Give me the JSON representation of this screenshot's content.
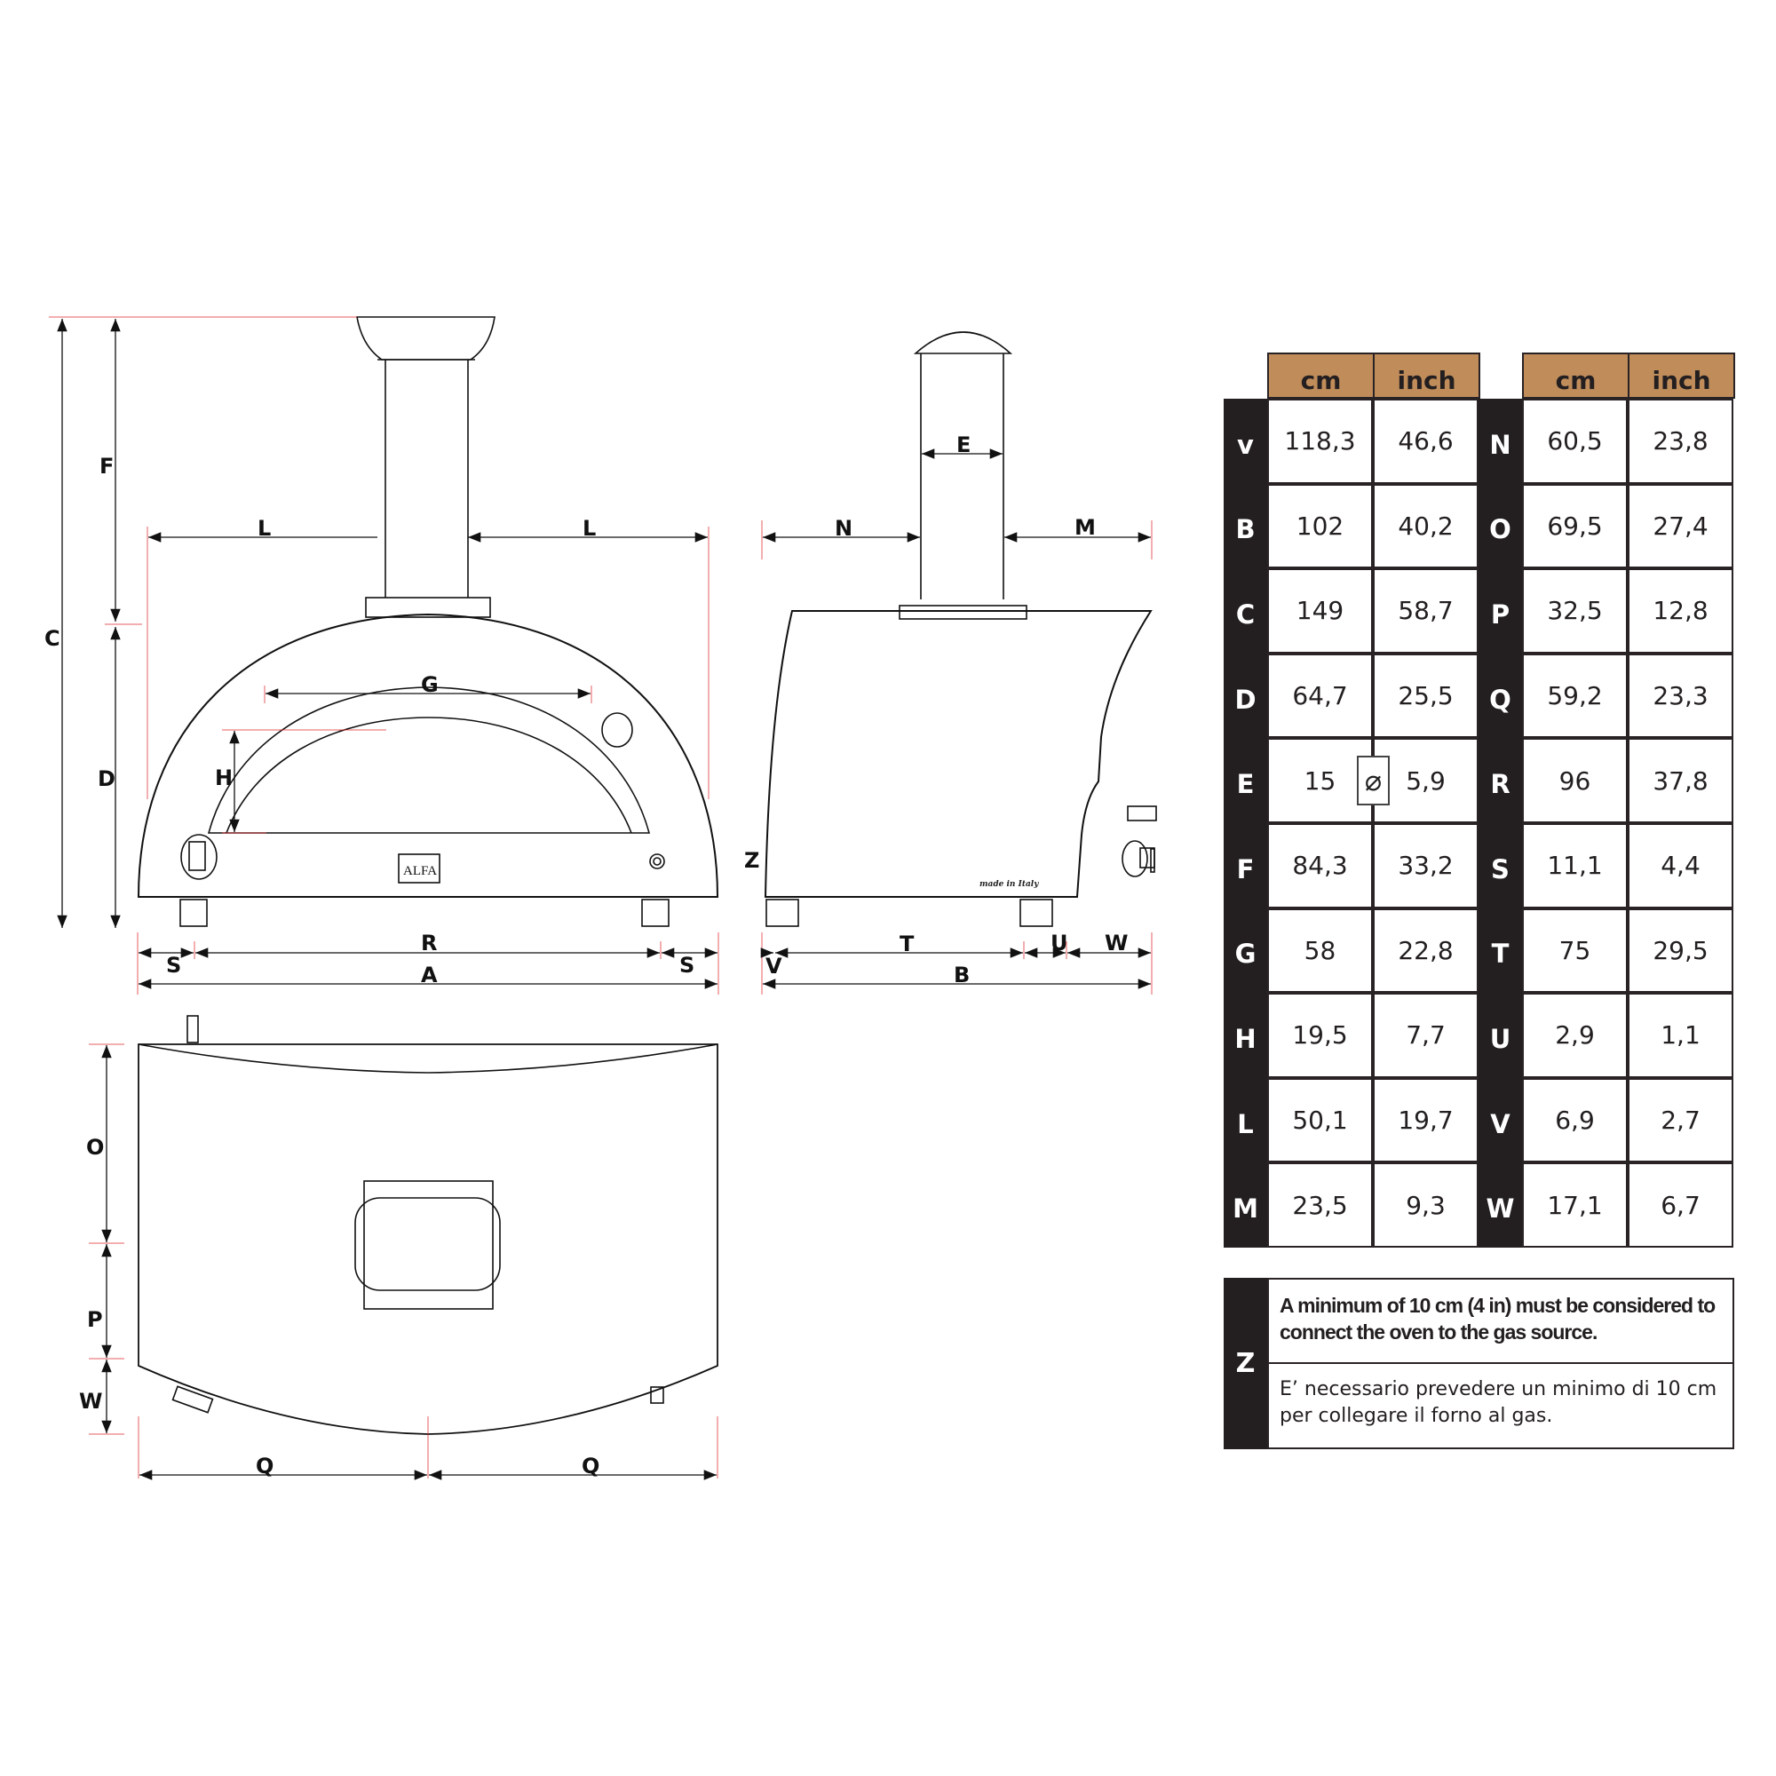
{
  "drawing": {
    "front_view": {
      "labels": {
        "F": "F",
        "C": "C",
        "D": "D",
        "L1": "L",
        "L2": "L",
        "G": "G",
        "H": "H",
        "R": "R",
        "S1": "S",
        "S2": "S",
        "A": "A",
        "Z": "Z"
      },
      "logo": "ALFA"
    },
    "side_view": {
      "labels": {
        "E": "E",
        "N": "N",
        "M": "M",
        "T": "T",
        "U": "U",
        "W": "W",
        "V": "V",
        "B": "B"
      },
      "stamp": "made in Italy"
    },
    "top_view": {
      "labels": {
        "O": "O",
        "P": "P",
        "W": "W",
        "Q1": "Q",
        "Q2": "Q"
      }
    }
  },
  "table": {
    "header_color": "#bf8c5a",
    "letter_bg": "#231f20",
    "headers": [
      "cm",
      "inch",
      "cm",
      "inch"
    ],
    "left": [
      {
        "key": "v",
        "cm": "118,3",
        "inch": "46,6"
      },
      {
        "key": "B",
        "cm": "102",
        "inch": "40,2"
      },
      {
        "key": "C",
        "cm": "149",
        "inch": "58,7"
      },
      {
        "key": "D",
        "cm": "64,7",
        "inch": "25,5"
      },
      {
        "key": "E",
        "cm": "15",
        "inch": "5,9"
      },
      {
        "key": "F",
        "cm": "84,3",
        "inch": "33,2"
      },
      {
        "key": "G",
        "cm": "58",
        "inch": "22,8"
      },
      {
        "key": "H",
        "cm": "19,5",
        "inch": "7,7"
      },
      {
        "key": "L",
        "cm": "50,1",
        "inch": "19,7"
      },
      {
        "key": "M",
        "cm": "23,5",
        "inch": "9,3"
      }
    ],
    "right": [
      {
        "key": "N",
        "cm": "60,5",
        "inch": "23,8"
      },
      {
        "key": "O",
        "cm": "69,5",
        "inch": "27,4"
      },
      {
        "key": "P",
        "cm": "32,5",
        "inch": "12,8"
      },
      {
        "key": "Q",
        "cm": "59,2",
        "inch": "23,3"
      },
      {
        "key": "R",
        "cm": "96",
        "inch": "37,8"
      },
      {
        "key": "S",
        "cm": "11,1",
        "inch": "4,4"
      },
      {
        "key": "T",
        "cm": "75",
        "inch": "29,5"
      },
      {
        "key": "U",
        "cm": "2,9",
        "inch": "1,1"
      },
      {
        "key": "V",
        "cm": "6,9",
        "inch": "2,7"
      },
      {
        "key": "W",
        "cm": "17,1",
        "inch": "6,7"
      }
    ],
    "diameter_symbol": "⌀"
  },
  "note": {
    "key": "Z",
    "english": "A minimum of 10 cm (4 in) must be considered to connect the oven to the gas source.",
    "italian": "E’ necessario prevedere un minimo di 10 cm per collegare il forno al gas."
  }
}
